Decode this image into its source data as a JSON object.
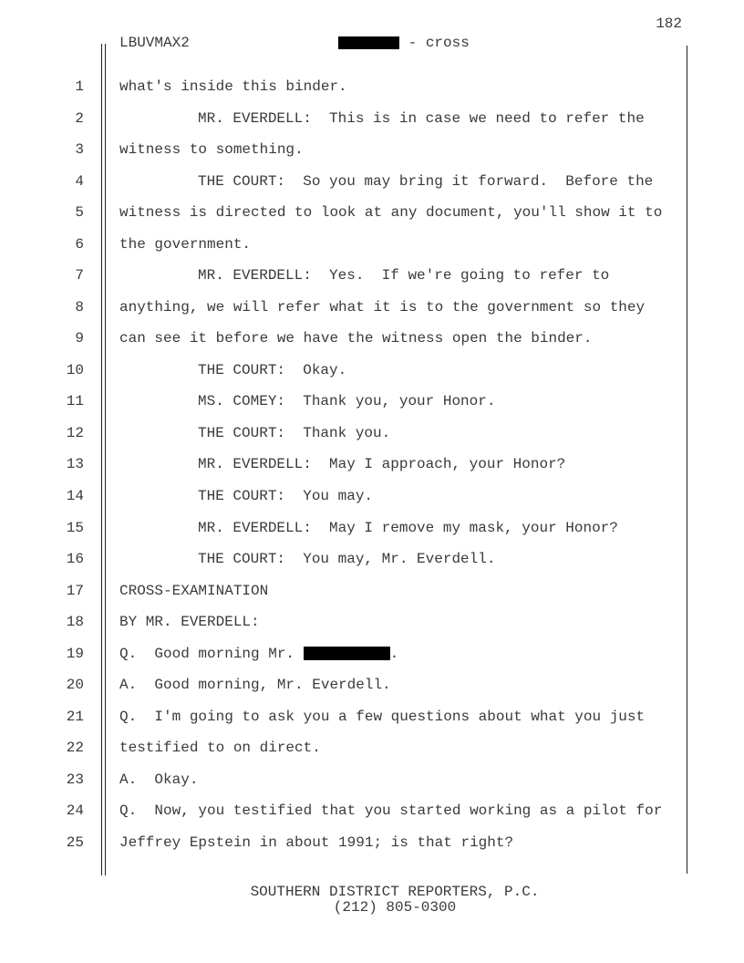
{
  "page_number": "182",
  "header": {
    "case_code": "LBUVMAX2",
    "section": "- cross"
  },
  "lines": [
    {
      "n": "1",
      "text": "what's inside this binder.",
      "indent": false
    },
    {
      "n": "2",
      "text": "MR. EVERDELL:  This is in case we need to refer the",
      "indent": true
    },
    {
      "n": "3",
      "text": "witness to something.",
      "indent": false
    },
    {
      "n": "4",
      "text": "THE COURT:  So you may bring it forward.  Before the",
      "indent": true
    },
    {
      "n": "5",
      "text": "witness is directed to look at any document, you'll show it to",
      "indent": false
    },
    {
      "n": "6",
      "text": "the government.",
      "indent": false
    },
    {
      "n": "7",
      "text": "MR. EVERDELL:  Yes.  If we're going to refer to",
      "indent": true
    },
    {
      "n": "8",
      "text": "anything, we will refer what it is to the government so they",
      "indent": false
    },
    {
      "n": "9",
      "text": "can see it before we have the witness open the binder.",
      "indent": false
    },
    {
      "n": "10",
      "text": "THE COURT:  Okay.",
      "indent": true
    },
    {
      "n": "11",
      "text": "MS. COMEY:  Thank you, your Honor.",
      "indent": true
    },
    {
      "n": "12",
      "text": "THE COURT:  Thank you.",
      "indent": true
    },
    {
      "n": "13",
      "text": "MR. EVERDELL:  May I approach, your Honor?",
      "indent": true
    },
    {
      "n": "14",
      "text": "THE COURT:  You may.",
      "indent": true
    },
    {
      "n": "15",
      "text": "MR. EVERDELL:  May I remove my mask, your Honor?",
      "indent": true
    },
    {
      "n": "16",
      "text": "THE COURT:  You may, Mr. Everdell.",
      "indent": true
    },
    {
      "n": "17",
      "text": "CROSS-EXAMINATION",
      "indent": false
    },
    {
      "n": "18",
      "text": "BY MR. EVERDELL:",
      "indent": false
    },
    {
      "n": "19",
      "text": "Q.  Good morning Mr. ",
      "after": ".",
      "redacted": true,
      "indent": false
    },
    {
      "n": "20",
      "text": "A.  Good morning, Mr. Everdell.",
      "indent": false
    },
    {
      "n": "21",
      "text": "Q.  I'm going to ask you a few questions about what you just",
      "indent": false
    },
    {
      "n": "22",
      "text": "testified to on direct.",
      "indent": false
    },
    {
      "n": "23",
      "text": "A.  Okay.",
      "indent": false
    },
    {
      "n": "24",
      "text": "Q.  Now, you testified that you started working as a pilot for",
      "indent": false
    },
    {
      "n": "25",
      "text": "Jeffrey Epstein in about 1991; is that right?",
      "indent": false
    }
  ],
  "footer": {
    "line1": "SOUTHERN DISTRICT REPORTERS, P.C.",
    "line2": "(212) 805-0300"
  }
}
